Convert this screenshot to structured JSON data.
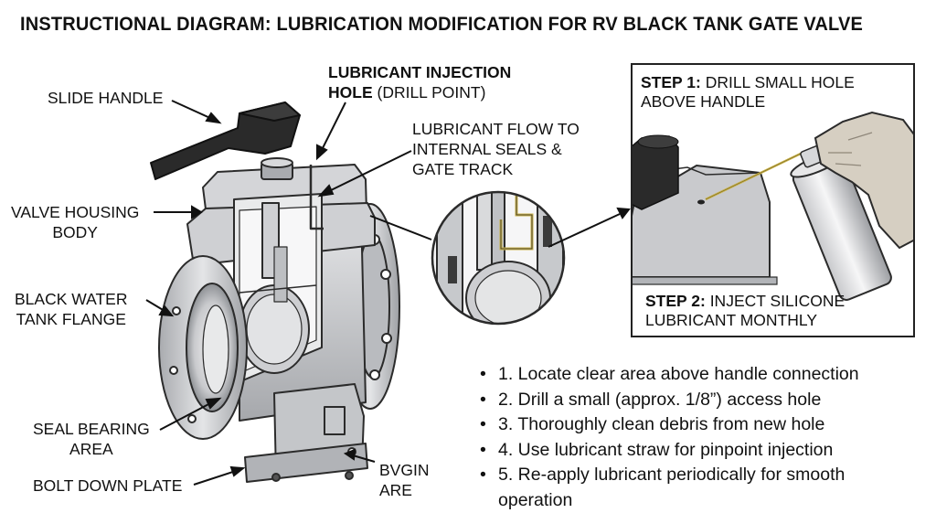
{
  "title": "INSTRUCTIONAL DIAGRAM: LUBRICATION MODIFICATION FOR RV BLACK TANK GATE VALVE",
  "labels": {
    "slide_handle": "SLIDE HANDLE",
    "injection_hole_bold": "LUBRICANT INJECTION",
    "injection_hole_bold2": "HOLE",
    "injection_hole_rest": " (DRILL POINT)",
    "flow_line1": "LUBRICANT FLOW TO",
    "flow_line2": "INTERNAL SEALS &",
    "flow_line3": "GATE TRACK",
    "housing_line1": "VALVE HOUSING",
    "housing_line2": "BODY",
    "flange_line1": "BLACK WATER",
    "flange_line2": "TANK FLANGE",
    "seal_line1": "SEAL BEARING",
    "seal_line2": "AREA",
    "bolt_plate": "BOLT DOWN PLATE",
    "bvgin_line1": "BVGIN",
    "bvgin_line2": "ARE"
  },
  "steps": {
    "step1_label": "STEP 1:",
    "step1_text_a": " DRILL SMALL HOLE",
    "step1_text_b": "ABOVE HANDLE",
    "step2_label": "STEP 2:",
    "step2_text_a": " INJECT SILICONE",
    "step2_text_b": "LUBRICANT MONTHLY"
  },
  "instructions": [
    "1. Locate clear area above handle connection",
    "2. Drill a small (approx. 1/8”) access hole",
    "3. Thoroughly clean debris from new hole",
    "4. Use lubricant straw for pinpoint injection",
    "5. Re-apply lubricant periodically for smooth",
    "operation"
  ],
  "colors": {
    "metal_light": "#d9dadc",
    "metal_mid": "#b7b9bd",
    "metal_dark": "#7e8186",
    "handle": "#2a2a2a",
    "lubricant": "#c9b24a"
  }
}
